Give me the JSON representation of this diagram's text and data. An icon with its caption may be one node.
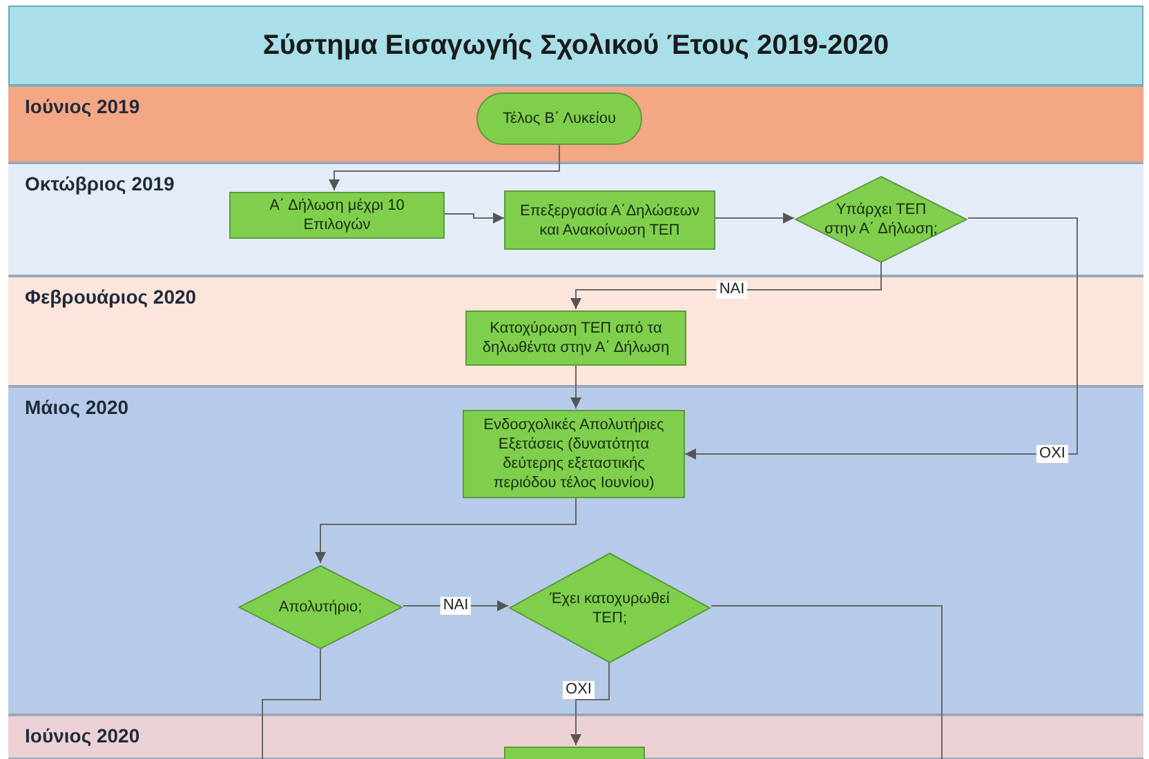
{
  "diagram": {
    "title": "Σύστημα Εισαγωγής Σχολικού Έτους 2019-2020",
    "nodes": [
      {
        "text": [
          "Ιούνιος 2019"
        ]
      },
      {
        "text": [
          "Τέλος Β΄ Λυκείου"
        ],
        "in": 0
      },
      {
        "text": [
          "Οκτώβριος 2019"
        ]
      },
      {
        "text": [
          "Α΄ Δήλωση μέχρι 10 Επιλογών"
        ],
        "in": 2
      },
      {
        "text": [
          "Επεξεργασία Α΄Δηλώσεων και Ανακοίνωση ΤΕΠ"
        ],
        "in": 2
      },
      {
        "text": [
          "Υπάρχει ΤΕΠ στην Α΄ Δήλωση;"
        ],
        "in": 2
      },
      {
        "text": [
          "Φεβρουάριος 2020"
        ]
      },
      {
        "text": [
          "Κατοχύρωση ΤΕΠ από τα δηλωθέντα στην Α΄ Δήλωση"
        ],
        "in": 6
      },
      {
        "text": [
          "Μάιος 2020"
        ]
      },
      {
        "text": [
          "Ενδοσχολικές Απολυτήριες Εξετάσεις (δυνατότητα δεύτερης εξεταστικής περιόδου τέλος Ιουνίου)"
        ],
        "in": 8
      },
      {
        "text": [
          "Απολυτήριο;"
        ],
        "in": 8
      },
      {
        "text": [
          "Έχει κατοχυρωθεί ΤΕΠ;"
        ],
        "in": 8
      },
      {
        "text": [
          "Ιούνιος 2020"
        ]
      },
      {
        "text": [],
        "shape": "box",
        "in": 12
      }
    ],
    "edges": [
      {
        "from": 1,
        "to": 3,
        "arrow": "to"
      },
      {
        "from": 3,
        "to": 4,
        "arrow": "to"
      },
      {
        "from": 4,
        "to": 5,
        "arrow": "to"
      },
      {
        "from": 5,
        "to": 7,
        "arrow": "to",
        "label": "ΝΑΙ"
      },
      {
        "from": 5,
        "to": 9,
        "arrow": "to",
        "label": "ΟΧΙ"
      },
      {
        "from": 7,
        "to": 9,
        "arrow": "to"
      },
      {
        "from": 9,
        "to": 10,
        "arrow": "to"
      },
      {
        "from": 10,
        "to": 11,
        "arrow": "to",
        "label": "ΝΑΙ"
      },
      {
        "from": 11,
        "to": 13,
        "arrow": "to",
        "label": "ΟΧΙ"
      },
      {
        "from": 10,
        "to": 12,
        "arrow": "none"
      },
      {
        "from": 11,
        "to": 12,
        "arrow": "none"
      }
    ]
  }
}
